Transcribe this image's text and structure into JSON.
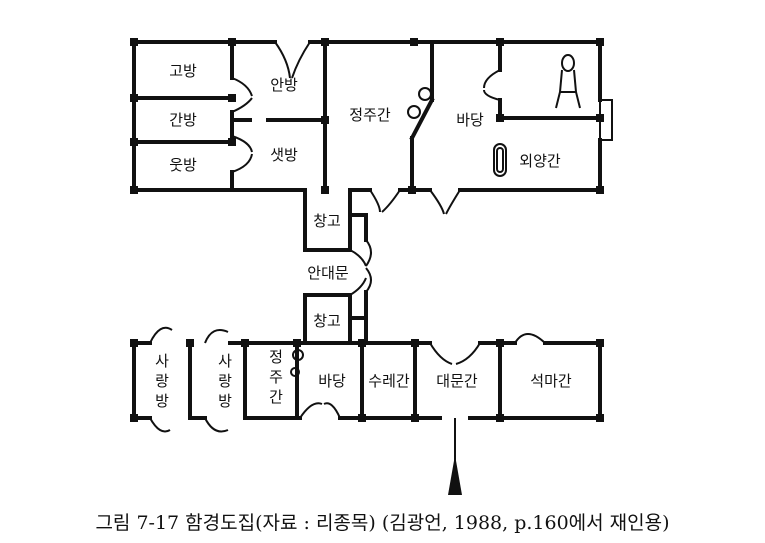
{
  "rooms": {
    "gobang": "고방",
    "ganbang": "간방",
    "utbang": "웃방",
    "anbang": "안방",
    "saetbang": "샛방",
    "jeongjugan": "정주간",
    "badang": "바당",
    "oeyanggan": "외양간",
    "changgo_upper": "창고",
    "andaemun": "안대문",
    "changgo_lower": "창고",
    "sarangbang1": [
      "사",
      "랑",
      "방"
    ],
    "sarangbang2": [
      "사",
      "랑",
      "방"
    ],
    "jeongjugan_small": [
      "정",
      "주",
      "간"
    ],
    "badang_small": "바당",
    "suregan": "수레간",
    "daemungan": "대문간",
    "seokmagan": "석마간"
  },
  "caption": "그림 7-17   함경도집(자료 : 리종목) (김광언,   1988, p.160에서 재인용)"
}
